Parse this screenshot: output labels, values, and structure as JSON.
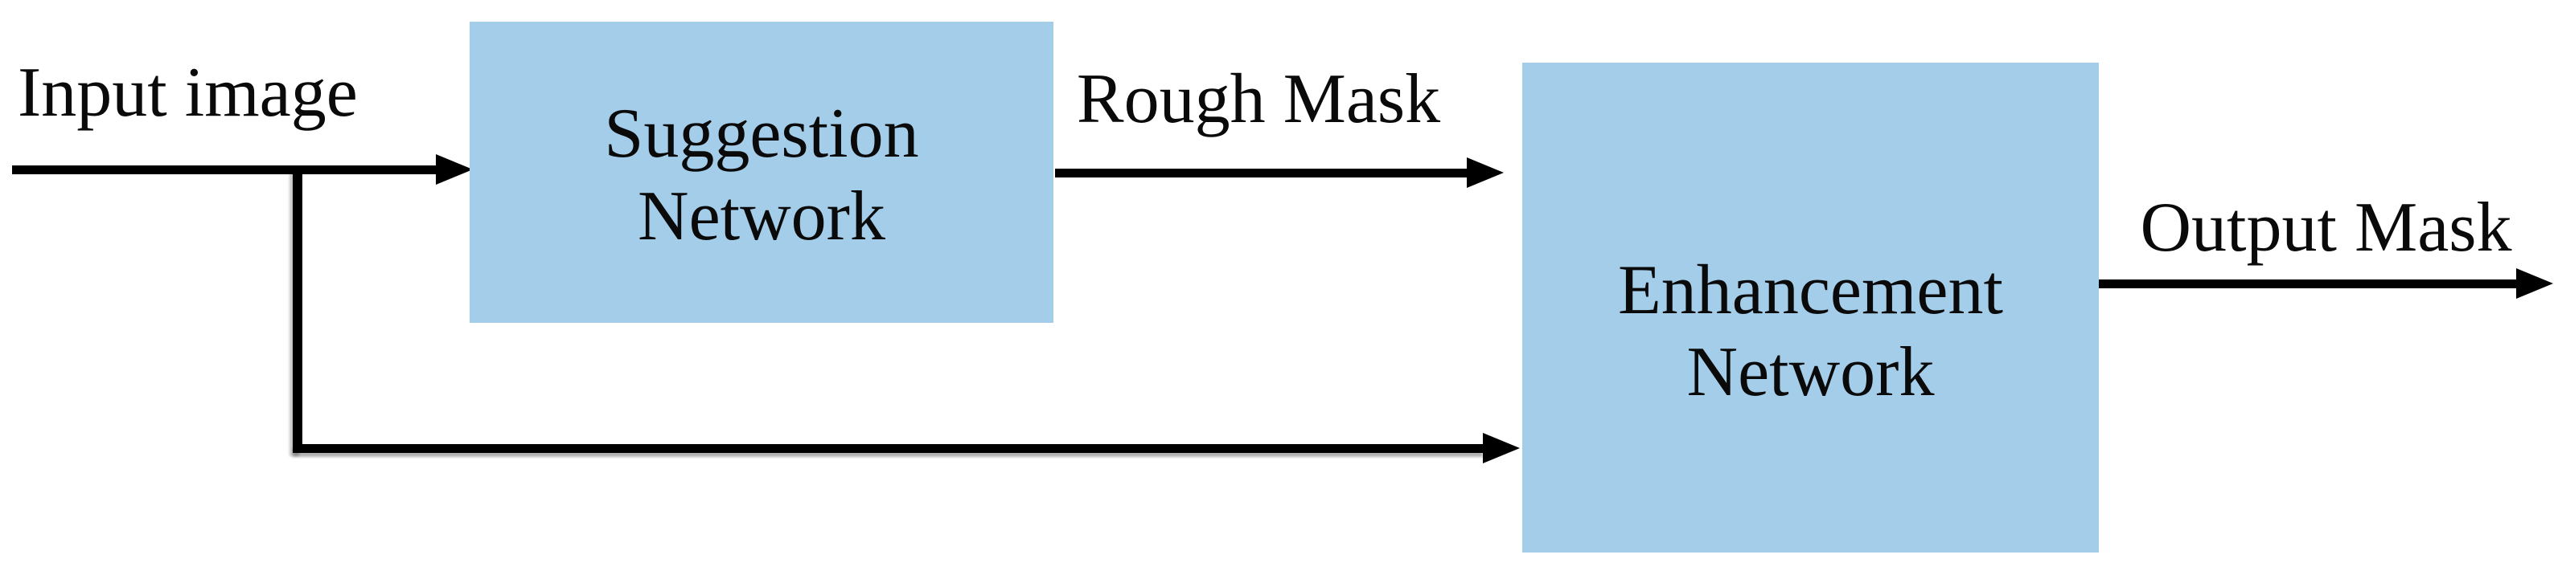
{
  "diagram": {
    "labels": {
      "input_image": "Input image",
      "rough_mask": "Rough Mask",
      "output_mask": "Output Mask"
    },
    "nodes": {
      "suggestion": {
        "line1": "Suggestion",
        "line2": "Network"
      },
      "enhancement": {
        "line1": "Enhancement",
        "line2": "Network"
      }
    },
    "colors": {
      "node_fill": "#a4cdea",
      "arrow": "#000000",
      "text": "#0a0a0a",
      "background": "#ffffff"
    }
  }
}
